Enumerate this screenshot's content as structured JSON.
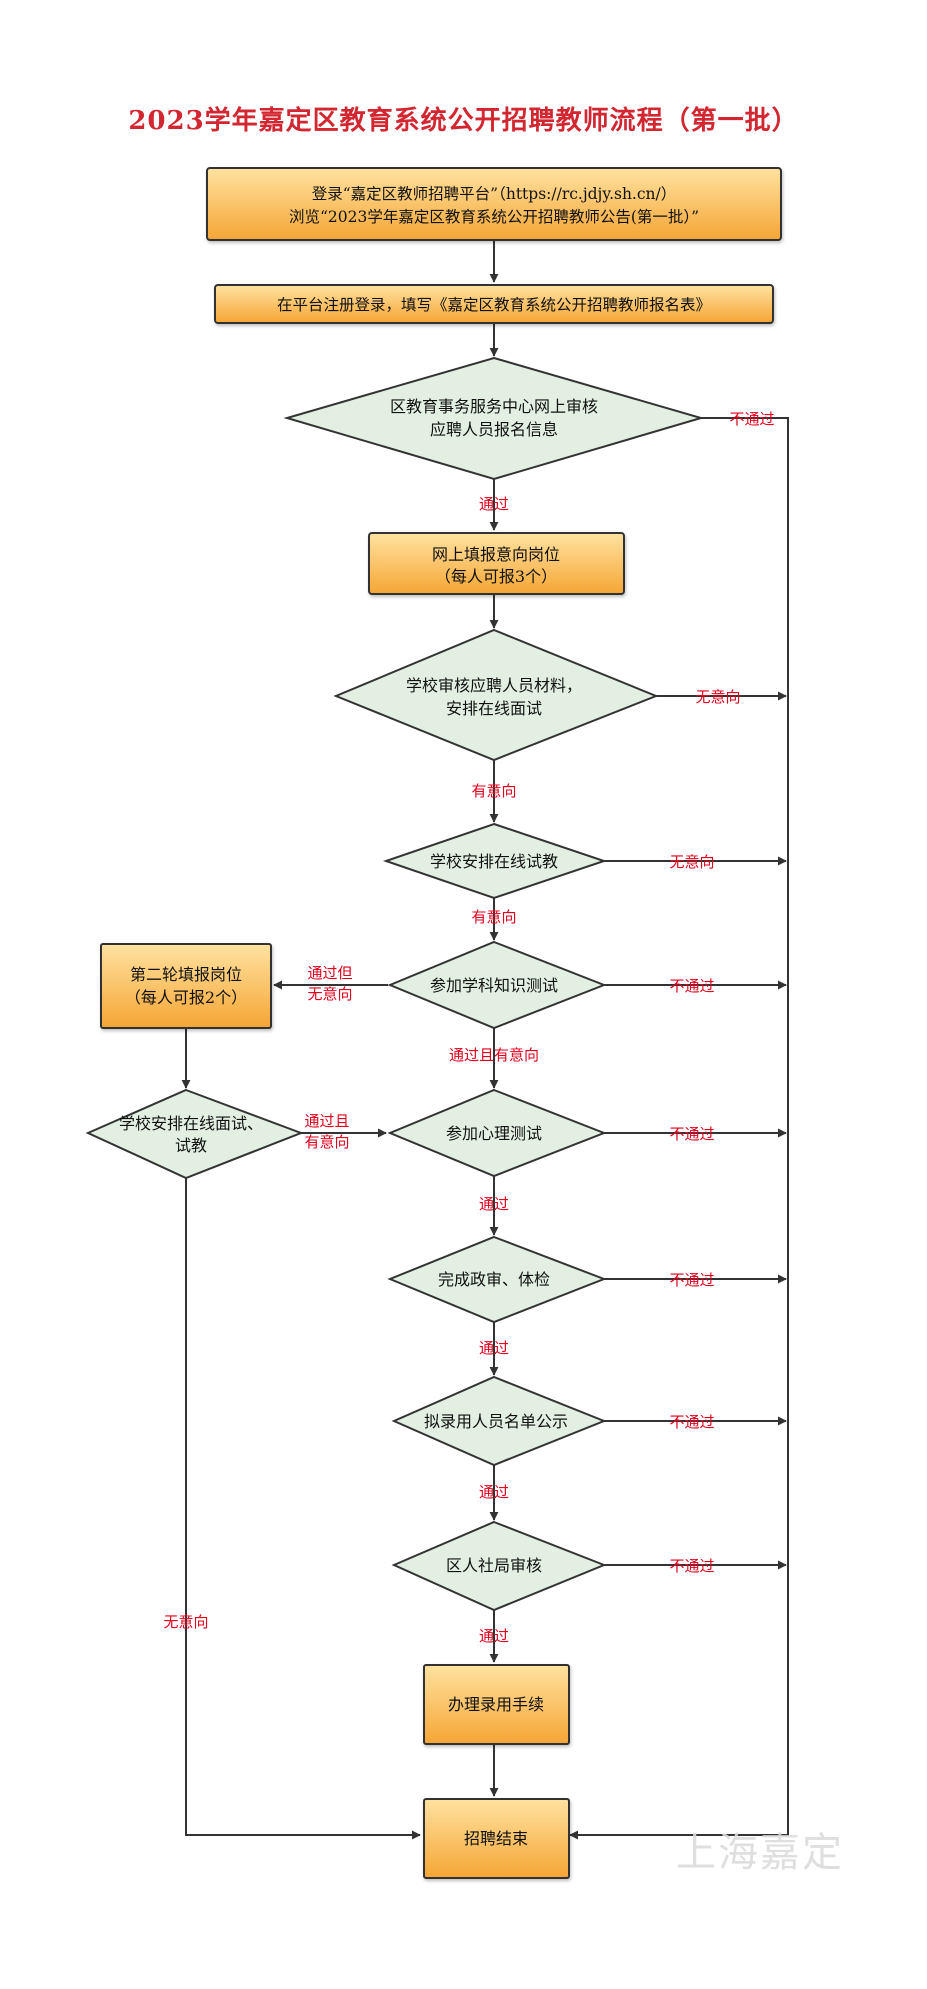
{
  "title": "2023学年嘉定区教育系统公开招聘教师流程（第一批）",
  "watermark": "上海嘉定",
  "colors": {
    "box_fill_top": "#ffd98c",
    "box_fill_bottom": "#f5a83a",
    "diamond_fill": "#e3efe3",
    "stroke": "#333333",
    "label_red": "#e0001b",
    "title_red": "#d22630"
  },
  "nodes": {
    "login_line1": "登录“嘉定区教师招聘平台”（https://rc.jdjy.sh.cn/）",
    "login_line2": "浏览“2023学年嘉定区教育系统公开招聘教师公告(第一批）”",
    "register": "在平台注册登录，填写《嘉定区教育系统公开招聘教师报名表》",
    "review_line1": "区教育事务服务中心网上审核",
    "review_line2": "应聘人员报名信息",
    "apply_line1": "网上填报意向岗位",
    "apply_line2": "（每人可报3个）",
    "school_review_line1": "学校审核应聘人员材料，",
    "school_review_line2": "安排在线面试",
    "trial_teach": "学校安排在线试教",
    "subject_test": "参加学科知识测试",
    "second_round_line1": "第二轮填报岗位",
    "second_round_line2": "（每人可报2个）",
    "second_interview_line1": "学校安排在线面试、",
    "second_interview_line2": "试教",
    "psych_test": "参加心理测试",
    "politics_check": "完成政审、体检",
    "publicity": "拟录用人员名单公示",
    "hr_review": "区人社局审核",
    "hire": "办理录用手续",
    "end": "招聘结束"
  },
  "labels": {
    "fail_review": "不通过",
    "pass_review": "通过",
    "no_intent_school": "无意向",
    "intent_school": "有意向",
    "no_intent_trial": "无意向",
    "intent_trial": "有意向",
    "fail_subject": "不通过",
    "pass_no_intent_1": "通过但",
    "pass_no_intent_2": "无意向",
    "pass_intent_subject": "通过且有意向",
    "pass_intent_second_1": "通过且",
    "pass_intent_second_2": "有意向",
    "fail_psych": "不通过",
    "pass_psych": "通过",
    "fail_politics": "不通过",
    "pass_politics": "通过",
    "fail_publicity": "不通过",
    "pass_publicity": "通过",
    "fail_hr": "不通过",
    "pass_hr": "通过",
    "no_intent_second": "无意向"
  }
}
